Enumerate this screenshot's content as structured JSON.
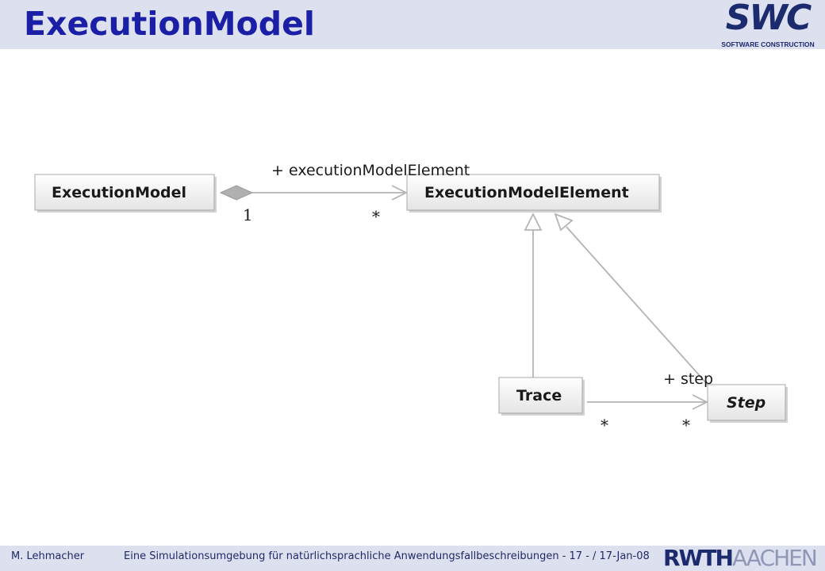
{
  "slide": {
    "title": "ExecutionModel"
  },
  "logos": {
    "swc_letters": "SWC",
    "swc_subtitle": "SOFTWARE CONSTRUCTION",
    "rwth": "RWTH",
    "aachen": "AACHEN"
  },
  "diagram": {
    "classes": {
      "execution_model": "ExecutionModel",
      "execution_model_element": "ExecutionModelElement",
      "trace": "Trace",
      "step": "Step"
    },
    "associations": {
      "composition": {
        "role": "+ executionModelElement",
        "source_multiplicity": "1",
        "target_multiplicity": "*"
      },
      "trace_step": {
        "role": "+ step",
        "source_multiplicity": "*",
        "target_multiplicity": "*"
      }
    }
  },
  "footer": {
    "author": "M. Lehmacher",
    "text": "Eine Simulationsumgebung für natürlichsprachliche Anwendungsfallbeschreibungen  - 17 - / 17-Jan-08"
  },
  "colors": {
    "title": "#1a1fa6",
    "header_band": "#dde1ef",
    "footer_text": "#1e2a66",
    "logo_blue": "#1c2a6e",
    "logo_grey": "#8f97b6",
    "connector_grey": "#b4b4b4"
  }
}
